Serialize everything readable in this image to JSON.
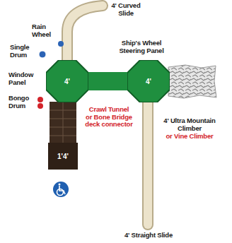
{
  "diagram": {
    "nodes": [
      {
        "text": [
          "4'"
        ]
      },
      {
        "text": [
          "4'"
        ]
      },
      {
        "text": [
          "1'4'"
        ]
      }
    ],
    "edges": [
      {
        "from": 0,
        "to": 1,
        "arrow": "none"
      }
    ],
    "labels": [
      "4' Curved Slide",
      "Rain Wheel",
      "Single Drum",
      "Window Panel",
      "Bongo Drum",
      "Ship's Wheel Steering Panel",
      "Crawl Tunnel or Bone Bridge deck connector",
      "4' Ultra Mountain Climber",
      "or Vine Climber",
      "4' Straight Slide"
    ]
  }
}
